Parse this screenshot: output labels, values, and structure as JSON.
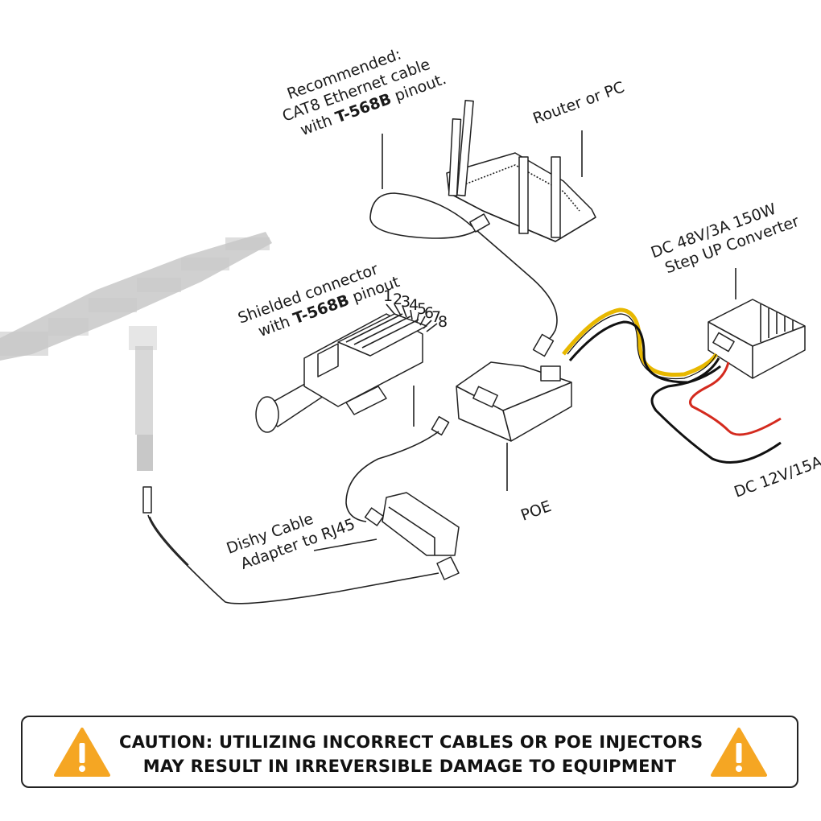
{
  "labels": {
    "cable_rec": {
      "line1": "Recommended:",
      "line2": "CAT8 Ethernet cable",
      "line3_prefix": "with ",
      "line3_bold": "T-568B",
      "line3_suffix": " pinout."
    },
    "router": "Router or PC",
    "converter": {
      "line1": "DC 48V/3A 150W",
      "line2": "Step UP Converter"
    },
    "shielded": {
      "line1": "Shielded connector",
      "line2_prefix": "with ",
      "line2_bold": "T-568B",
      "line2_suffix": " pinout"
    },
    "pins": [
      "1",
      "2",
      "3",
      "4",
      "5",
      "6",
      "7",
      "8"
    ],
    "poe": "POE",
    "dishy": {
      "line1": "Dishy Cable",
      "line2": "Adapter to RJ45"
    },
    "dc_input": "DC 12V/15A"
  },
  "caution": {
    "line1": "CAUTION: UTILIZING INCORRECT CABLES OR POE INJECTORS",
    "line2": "MAY RESULT IN IRREVERSIBLE DAMAGE TO EQUIPMENT"
  },
  "colors": {
    "wire_yellow": "#e8b800",
    "wire_red": "#d42a1e",
    "wire_black": "#111111",
    "warning_orange": "#f5a623",
    "pixelated_gray": "#c8c8c8"
  },
  "icons": [
    "warning-triangle-icon"
  ]
}
